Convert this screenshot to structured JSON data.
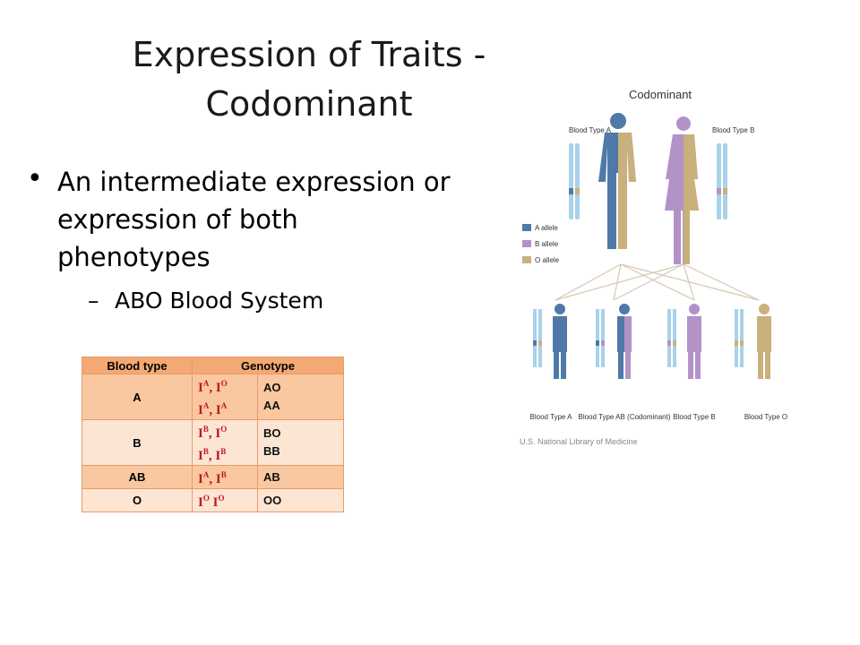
{
  "slide": {
    "title_line1": "Expression of Traits -",
    "title_line2": "Codominant",
    "bullet1": "An intermediate expression or expression of both phenotypes",
    "bullet1_marker": "•",
    "sub_bullet_marker": "–",
    "sub_bullet1": "ABO Blood System"
  },
  "blood_table": {
    "headers": [
      "Blood type",
      "Genotype"
    ],
    "rows": [
      {
        "type": "A",
        "symbols": [
          "IA, IO",
          "IA, IA"
        ],
        "genotypes": [
          "AO",
          "AA"
        ]
      },
      {
        "type": "B",
        "symbols": [
          "IB, IO",
          "IB, IB"
        ],
        "genotypes": [
          "BO",
          "BB"
        ]
      },
      {
        "type": "AB",
        "symbols": [
          "IA, IB"
        ],
        "genotypes": [
          "AB"
        ]
      },
      {
        "type": "O",
        "symbols": [
          "IO IO"
        ],
        "genotypes": [
          "OO"
        ]
      }
    ]
  },
  "figure": {
    "title": "Codominant",
    "parent_left": "Blood Type A",
    "parent_right": "Blood Type B",
    "legend": [
      "A allele",
      "B allele",
      "O allele"
    ],
    "children": [
      "Blood Type A",
      "Blood Type AB (Codominant)",
      "Blood Type B",
      "Blood Type O"
    ],
    "credit": "U.S. National Library of Medicine",
    "colors": {
      "a_allele": "#4f79a8",
      "b_allele": "#b392c8",
      "o_allele": "#c9b07c"
    }
  }
}
